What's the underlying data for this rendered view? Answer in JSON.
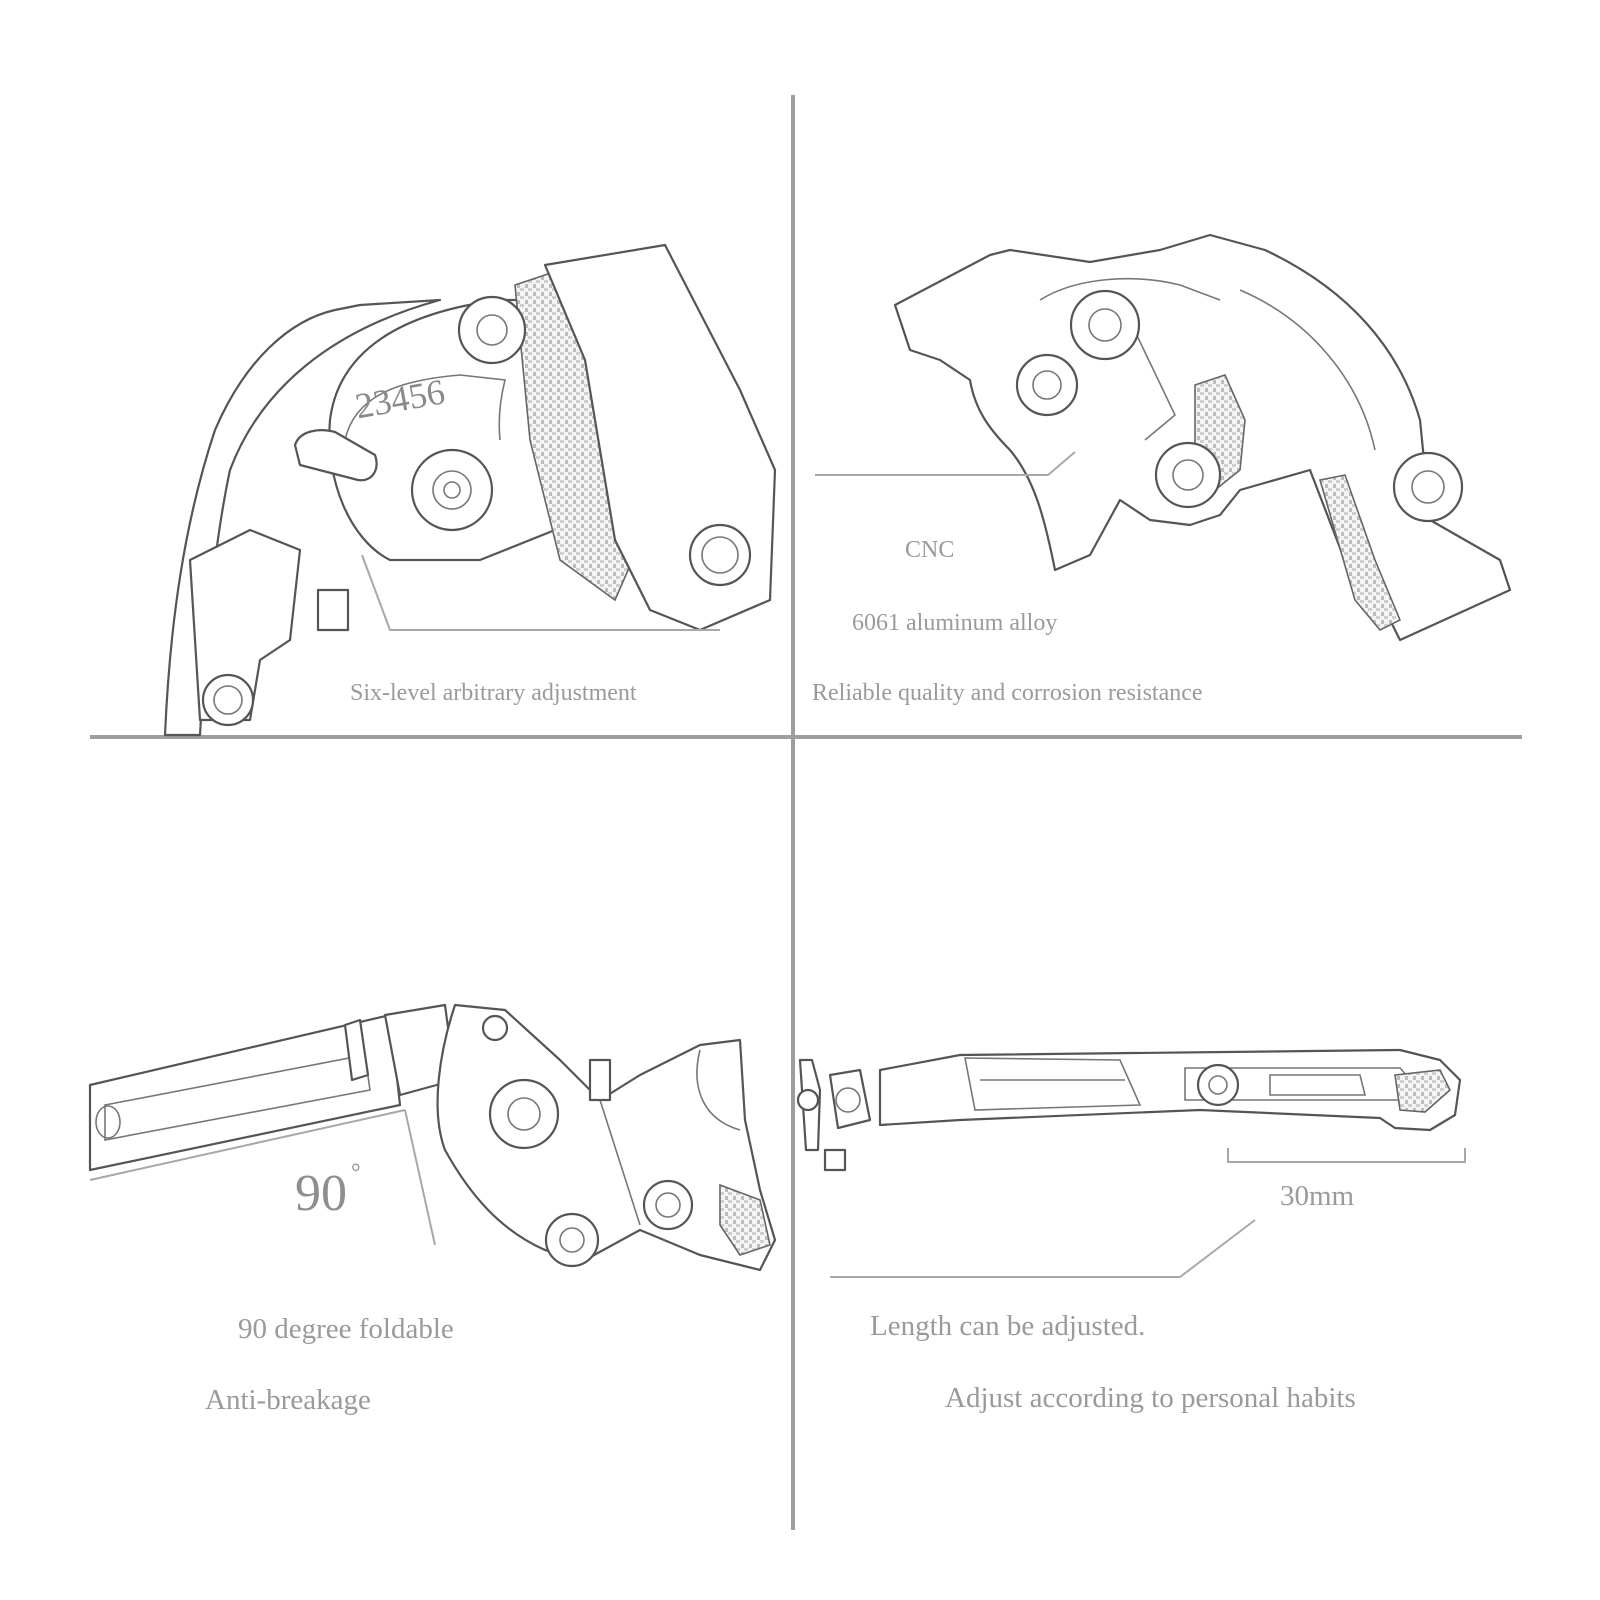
{
  "panels": {
    "top_left": {
      "label": "Six-level arbitrary adjustment",
      "scale_text": "23456"
    },
    "top_right": {
      "material": "CNC",
      "alloy": "6061 aluminum alloy",
      "label": "Reliable quality and corrosion resistance"
    },
    "bottom_left": {
      "angle_value": "90",
      "angle_unit": "°",
      "line1": "90 degree foldable",
      "line2": "Anti-breakage"
    },
    "bottom_right": {
      "measure": "30mm",
      "line1": "Length can be adjusted.",
      "line2": "Adjust according to personal habits"
    }
  },
  "colors": {
    "divider": "#9e9e9e",
    "caption": "#9a9a9a",
    "ink": "#555555"
  }
}
